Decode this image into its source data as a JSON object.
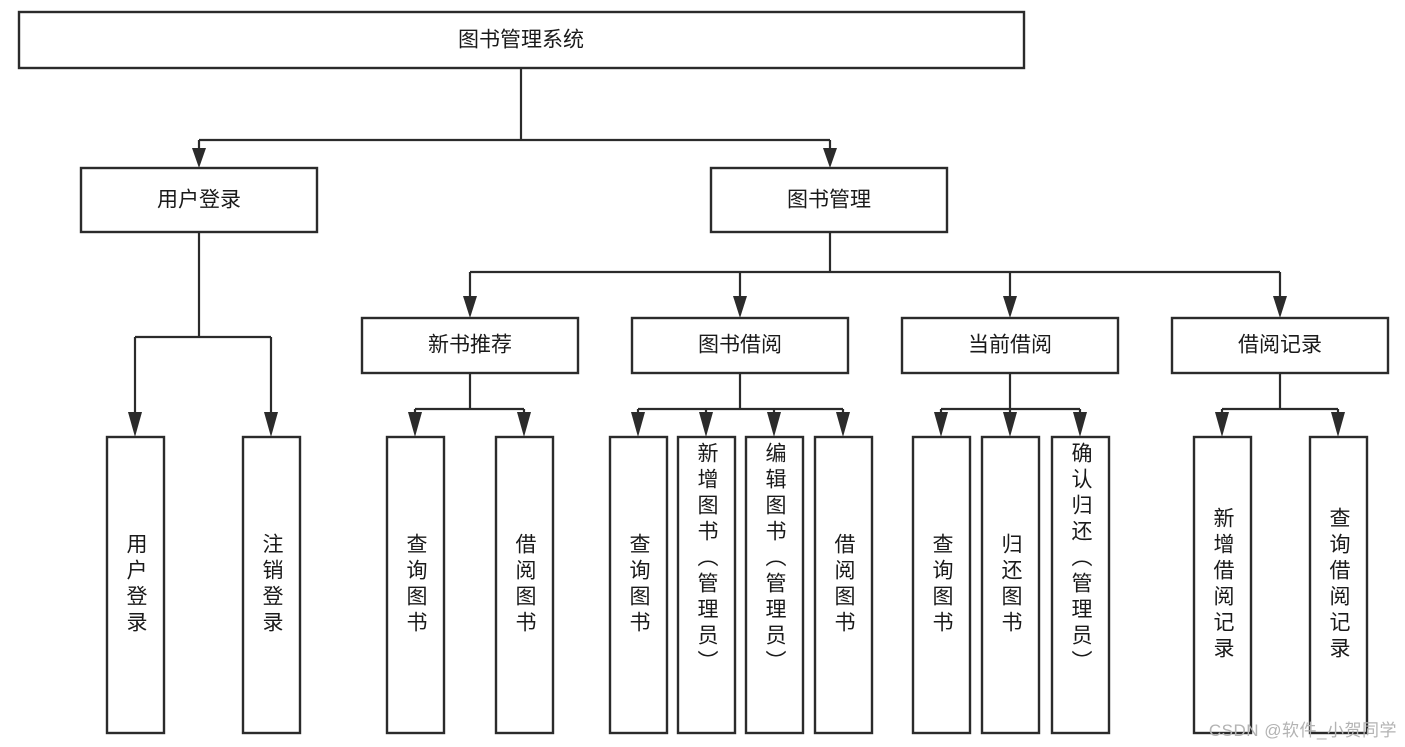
{
  "diagram": {
    "title": "图书管理系统",
    "type": "hierarchy-tree",
    "background_color": "#ffffff",
    "line_color": "#2b2b2b",
    "text_color": "#1a1a1a",
    "root": {
      "label": "图书管理系统"
    },
    "level2": [
      {
        "label": "用户登录"
      },
      {
        "label": "图书管理"
      }
    ],
    "level3": [
      {
        "label": "新书推荐"
      },
      {
        "label": "图书借阅"
      },
      {
        "label": "当前借阅"
      },
      {
        "label": "借阅记录"
      }
    ],
    "leaves": {
      "user_login": [
        {
          "label": "用户登录"
        },
        {
          "label": "注销登录"
        }
      ],
      "new_book_recommend": [
        {
          "label": "查询图书"
        },
        {
          "label": "借阅图书"
        }
      ],
      "book_borrow": [
        {
          "label": "查询图书"
        },
        {
          "label": "新增图书（管理员）"
        },
        {
          "label": "编辑图书（管理员）"
        },
        {
          "label": "借阅图书"
        }
      ],
      "current_borrow": [
        {
          "label": "查询图书"
        },
        {
          "label": "归还图书"
        },
        {
          "label": "确认归还（管理员）"
        }
      ],
      "borrow_record": [
        {
          "label": "新增借阅记录"
        },
        {
          "label": "查询借阅记录"
        }
      ]
    }
  },
  "watermark": {
    "text": "CSDN @软件_小贺同学"
  }
}
